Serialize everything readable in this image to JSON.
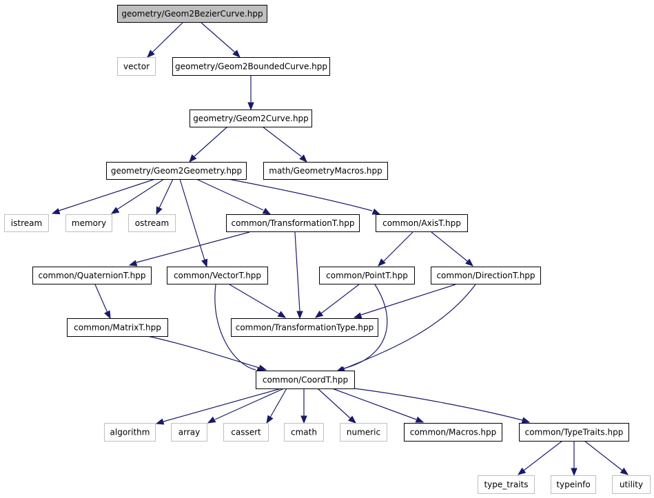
{
  "graph": {
    "colors": {
      "edge": "#191970",
      "root_fill": "#bfbfbf",
      "external_border": "#bfbfbf",
      "node_border": "#000000"
    },
    "nodes": [
      {
        "id": "n0",
        "label": "geometry/Geom2BezierCurve.hpp",
        "kind": "root"
      },
      {
        "id": "n1",
        "label": "vector",
        "kind": "external"
      },
      {
        "id": "n2",
        "label": "geometry/Geom2BoundedCurve.hpp",
        "kind": "file"
      },
      {
        "id": "n3",
        "label": "geometry/Geom2Curve.hpp",
        "kind": "file"
      },
      {
        "id": "n4",
        "label": "geometry/Geom2Geometry.hpp",
        "kind": "file"
      },
      {
        "id": "n5",
        "label": "math/GeometryMacros.hpp",
        "kind": "file"
      },
      {
        "id": "n6",
        "label": "istream",
        "kind": "external"
      },
      {
        "id": "n7",
        "label": "memory",
        "kind": "external"
      },
      {
        "id": "n8",
        "label": "ostream",
        "kind": "external"
      },
      {
        "id": "n9",
        "label": "common/TransformationT.hpp",
        "kind": "file"
      },
      {
        "id": "n10",
        "label": "common/AxisT.hpp",
        "kind": "file"
      },
      {
        "id": "n11",
        "label": "common/QuaternionT.hpp",
        "kind": "file"
      },
      {
        "id": "n12",
        "label": "common/VectorT.hpp",
        "kind": "file"
      },
      {
        "id": "n13",
        "label": "common/PointT.hpp",
        "kind": "file"
      },
      {
        "id": "n14",
        "label": "common/DirectionT.hpp",
        "kind": "file"
      },
      {
        "id": "n15",
        "label": "common/MatrixT.hpp",
        "kind": "file"
      },
      {
        "id": "n16",
        "label": "common/TransformationType.hpp",
        "kind": "file"
      },
      {
        "id": "n17",
        "label": "common/CoordT.hpp",
        "kind": "file"
      },
      {
        "id": "n18",
        "label": "algorithm",
        "kind": "external"
      },
      {
        "id": "n19",
        "label": "array",
        "kind": "external"
      },
      {
        "id": "n20",
        "label": "cassert",
        "kind": "external"
      },
      {
        "id": "n21",
        "label": "cmath",
        "kind": "external"
      },
      {
        "id": "n22",
        "label": "numeric",
        "kind": "external"
      },
      {
        "id": "n23",
        "label": "common/Macros.hpp",
        "kind": "file"
      },
      {
        "id": "n24",
        "label": "common/TypeTraits.hpp",
        "kind": "file"
      },
      {
        "id": "n25",
        "label": "type_traits",
        "kind": "external"
      },
      {
        "id": "n26",
        "label": "typeinfo",
        "kind": "external"
      },
      {
        "id": "n27",
        "label": "utility",
        "kind": "external"
      }
    ],
    "edges": [
      {
        "from": "n0",
        "to": "n1"
      },
      {
        "from": "n0",
        "to": "n2"
      },
      {
        "from": "n2",
        "to": "n3"
      },
      {
        "from": "n3",
        "to": "n4"
      },
      {
        "from": "n3",
        "to": "n5"
      },
      {
        "from": "n4",
        "to": "n6"
      },
      {
        "from": "n4",
        "to": "n7"
      },
      {
        "from": "n4",
        "to": "n8"
      },
      {
        "from": "n4",
        "to": "n9"
      },
      {
        "from": "n4",
        "to": "n10"
      },
      {
        "from": "n4",
        "to": "n12"
      },
      {
        "from": "n9",
        "to": "n11"
      },
      {
        "from": "n9",
        "to": "n16"
      },
      {
        "from": "n10",
        "to": "n13"
      },
      {
        "from": "n10",
        "to": "n14"
      },
      {
        "from": "n11",
        "to": "n15"
      },
      {
        "from": "n12",
        "to": "n16"
      },
      {
        "from": "n12",
        "to": "n17"
      },
      {
        "from": "n13",
        "to": "n16"
      },
      {
        "from": "n13",
        "to": "n17"
      },
      {
        "from": "n14",
        "to": "n16"
      },
      {
        "from": "n14",
        "to": "n17"
      },
      {
        "from": "n15",
        "to": "n17"
      },
      {
        "from": "n17",
        "to": "n18"
      },
      {
        "from": "n17",
        "to": "n19"
      },
      {
        "from": "n17",
        "to": "n20"
      },
      {
        "from": "n17",
        "to": "n21"
      },
      {
        "from": "n17",
        "to": "n22"
      },
      {
        "from": "n17",
        "to": "n23"
      },
      {
        "from": "n17",
        "to": "n24"
      },
      {
        "from": "n24",
        "to": "n25"
      },
      {
        "from": "n24",
        "to": "n26"
      },
      {
        "from": "n24",
        "to": "n27"
      }
    ]
  }
}
